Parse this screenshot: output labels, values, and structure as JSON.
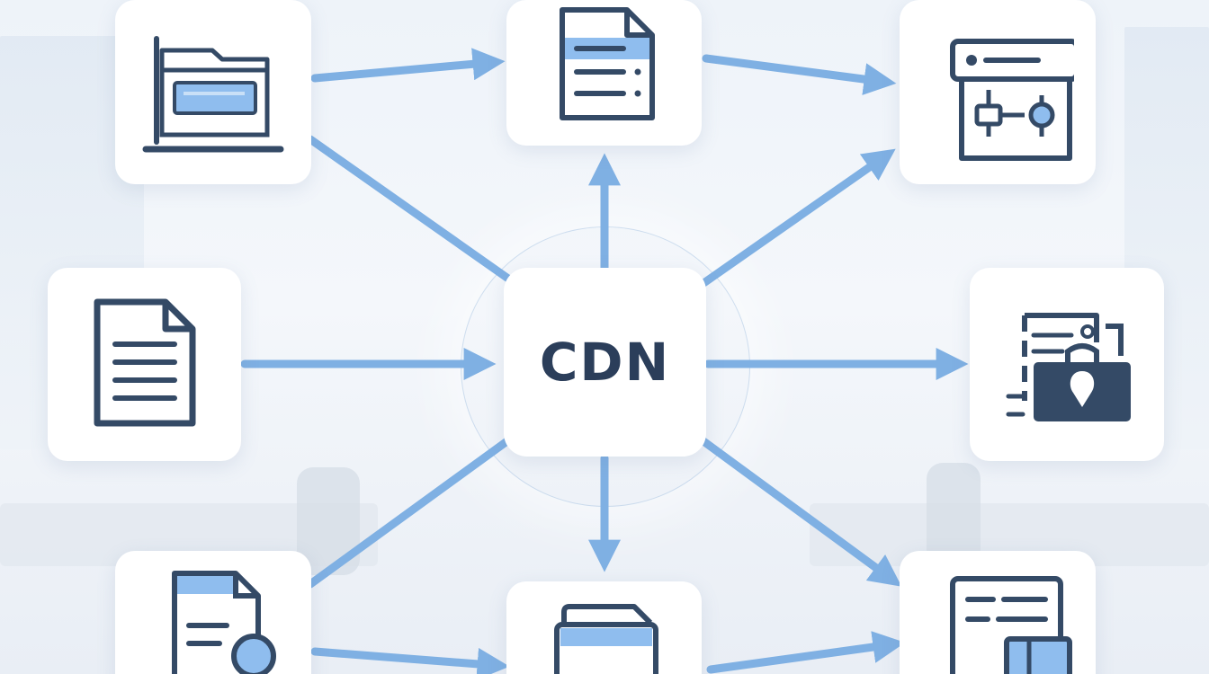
{
  "hub": {
    "label": "CDN"
  },
  "colors": {
    "arrow": "#7fb0e3",
    "icon_stroke": "#344a66",
    "icon_fill": "#8fbdee",
    "card": "#ffffff"
  },
  "nodes": [
    {
      "id": "top-left",
      "icon": "laptop-folder-icon"
    },
    {
      "id": "top-center",
      "icon": "document-list-icon"
    },
    {
      "id": "top-right",
      "icon": "browser-window-icon"
    },
    {
      "id": "middle-left",
      "icon": "text-document-icon"
    },
    {
      "id": "middle-right",
      "icon": "secure-files-icon"
    },
    {
      "id": "bottom-left",
      "icon": "file-search-icon"
    },
    {
      "id": "bottom-center",
      "icon": "folder-icon"
    },
    {
      "id": "bottom-right",
      "icon": "code-window-icon"
    }
  ]
}
